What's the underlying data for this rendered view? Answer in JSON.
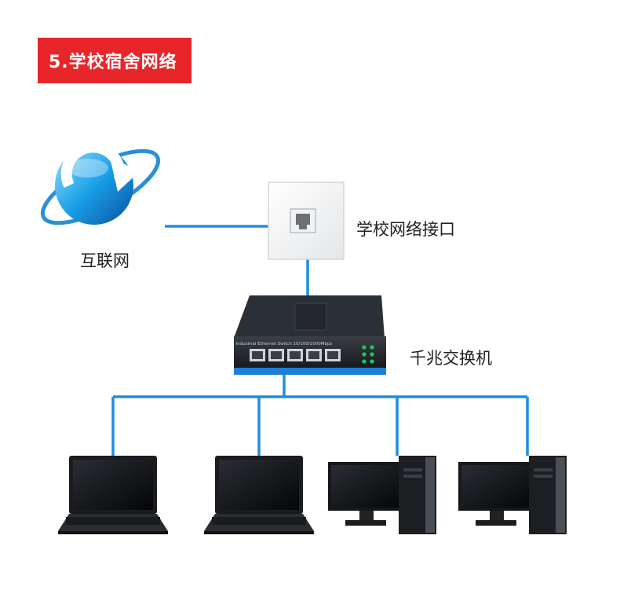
{
  "header": {
    "title": "5.学校宿舍网络"
  },
  "nodes": {
    "internet": {
      "label": "互联网"
    },
    "wall_port": {
      "label": "学校网络接口"
    },
    "switch": {
      "label": "千兆交换机",
      "panel_text": "Industrial Ethernet Switch 10/100/1000Mbps",
      "port_count": 5
    },
    "devices": [
      {
        "type": "laptop"
      },
      {
        "type": "laptop"
      },
      {
        "type": "desktop"
      },
      {
        "type": "desktop"
      }
    ]
  },
  "colors": {
    "title_bg": "#e8262a",
    "link_line": "#1e8ee0",
    "switch_body": "#1b1f24",
    "switch_accent": "#1e7fd6",
    "led": "#22c55e"
  }
}
